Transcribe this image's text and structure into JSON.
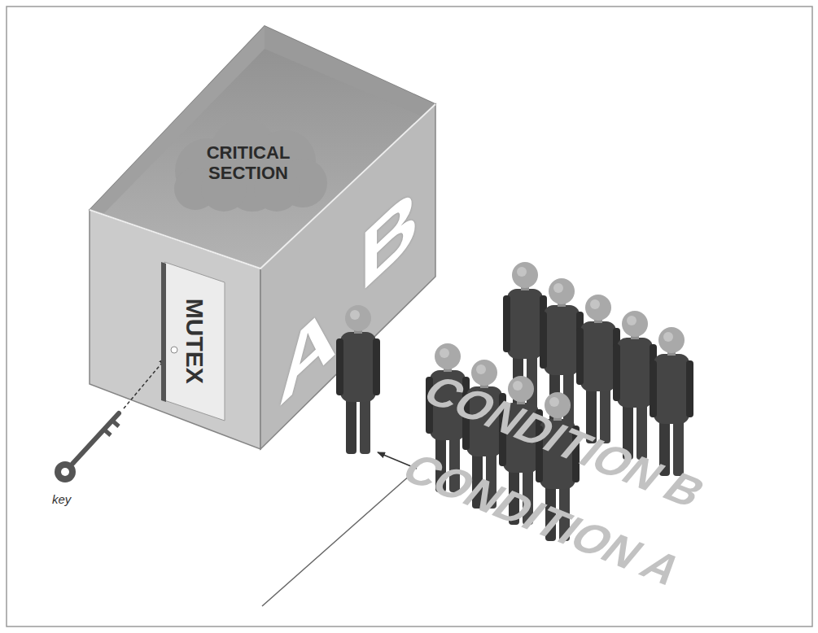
{
  "diagram": {
    "nodes": [
      {
        "text": [
          "A",
          "B"
        ]
      },
      {
        "text": [
          "CRITICAL SECTION"
        ],
        "in": 0
      },
      {
        "text": [
          "MUTEX"
        ],
        "in": 0
      }
    ],
    "labels": [
      "key",
      "CONDITION B",
      "CONDITION A"
    ]
  }
}
